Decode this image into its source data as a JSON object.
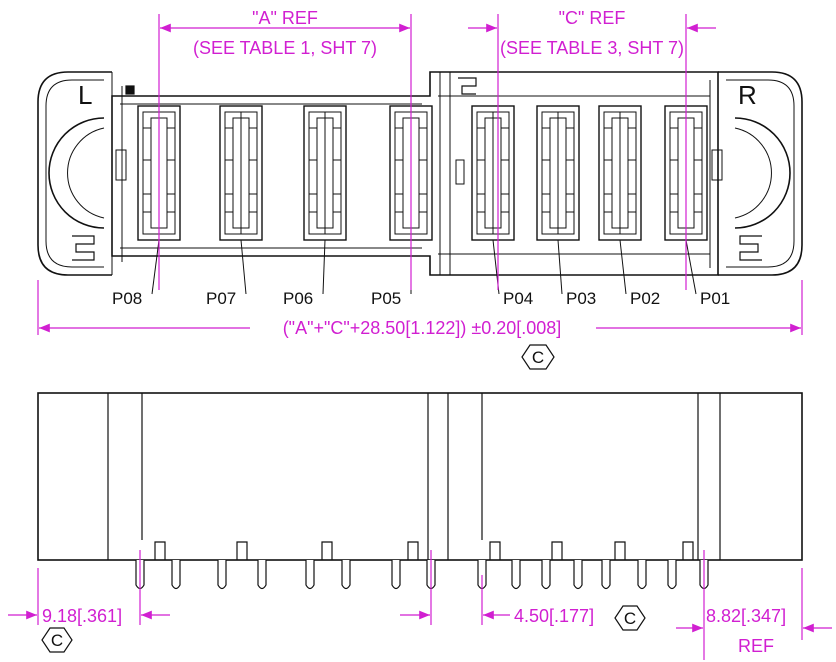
{
  "dimensions": {
    "a_ref": "\"A\" REF",
    "a_ref_note": "(SEE TABLE 1, SHT 7)",
    "c_ref": "\"C\" REF",
    "c_ref_note": "(SEE TABLE 3, SHT 7)",
    "overall_length": "(\"A\"+\"C\"+28.50[1.122]) ±0.20[.008]",
    "left_offset": "9.18[.361]",
    "pin_pitch": "4.50[.177]",
    "right_offset": "8.82[.347]",
    "right_offset_ref": "REF",
    "critical_symbol": "C"
  },
  "pin_labels": [
    "P08",
    "P07",
    "P06",
    "P05",
    "P04",
    "P03",
    "P02",
    "P01"
  ],
  "side_markers": {
    "left": "L",
    "right": "R"
  },
  "colors": {
    "dimension": "#d11fd1",
    "outline": "#111111",
    "background": "#ffffff"
  }
}
